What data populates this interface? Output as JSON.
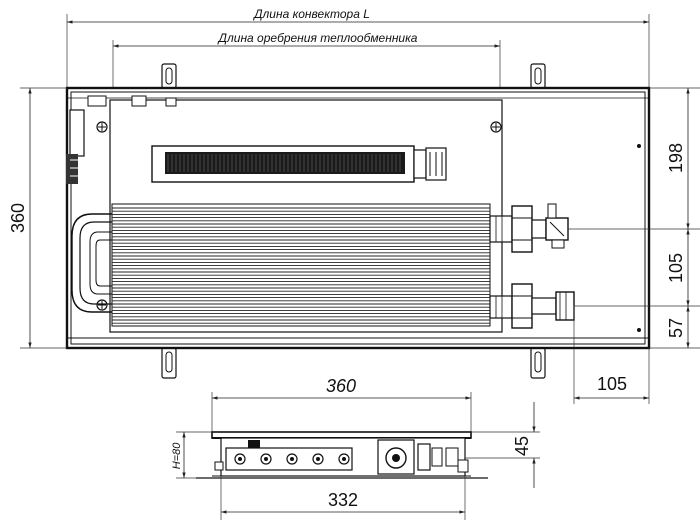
{
  "top_view": {
    "label_length_convector": "Длина конвектора L",
    "label_length_fins": "Длина оребрения теплообменника",
    "dim_height_total": "360",
    "dim_right_198": "198",
    "dim_right_105": "105",
    "dim_right_57": "57",
    "dim_bottom_right_105": "105"
  },
  "section_view": {
    "dim_width_top": "360",
    "dim_width_bottom": "332",
    "dim_height_45": "45",
    "dim_height_h": "H=80"
  }
}
